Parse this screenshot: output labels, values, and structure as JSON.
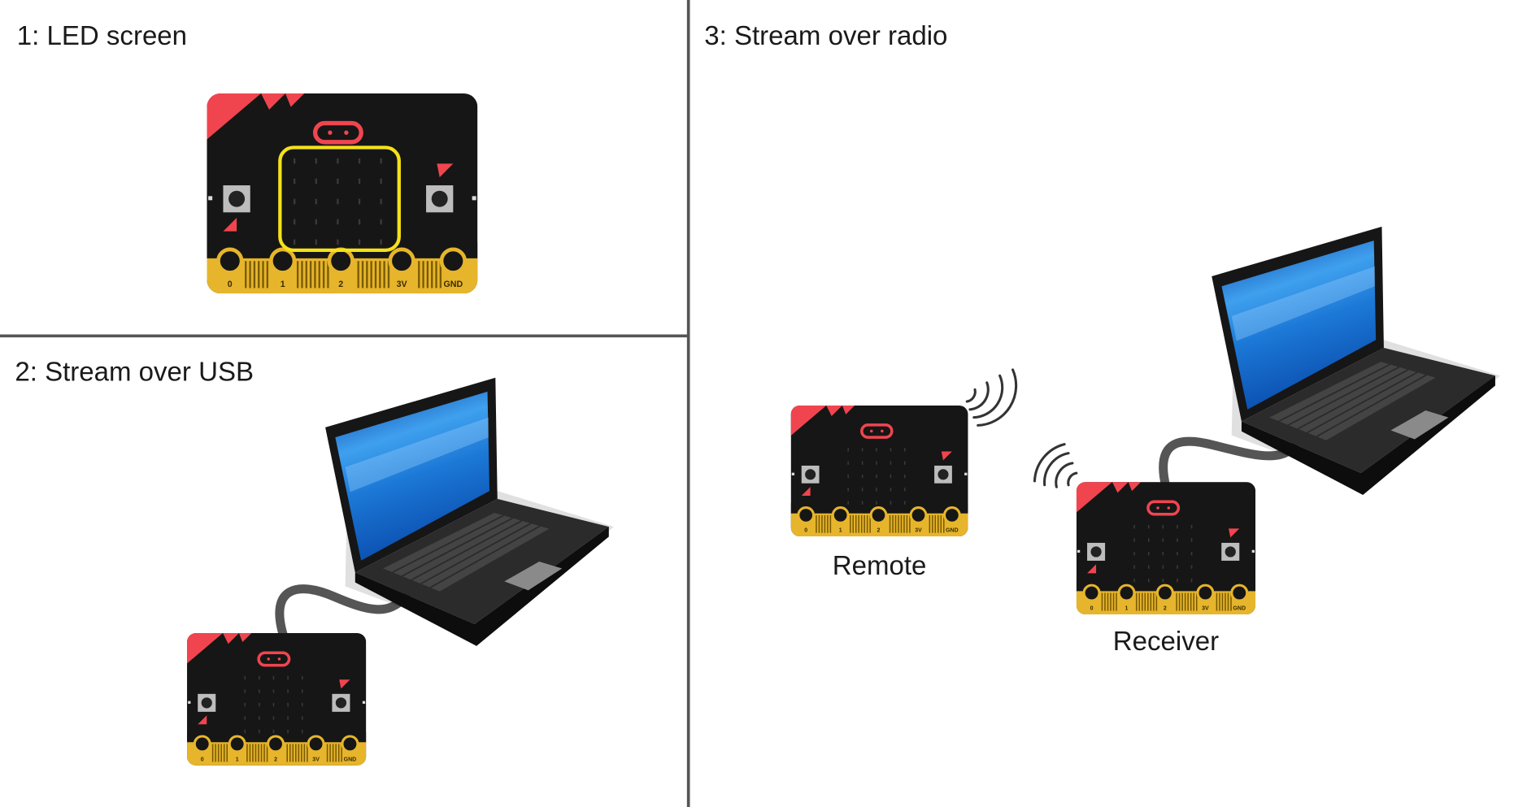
{
  "panels": {
    "led": {
      "title": "1: LED screen"
    },
    "usb": {
      "title": "2: Stream over USB"
    },
    "radio": {
      "title": "3: Stream over radio",
      "remote_label": "Remote",
      "receiver_label": "Receiver"
    }
  },
  "microbit": {
    "pins": [
      "0",
      "1",
      "2",
      "3V",
      "GND"
    ]
  },
  "colors": {
    "board": "#161616",
    "accent_red": "#f0454f",
    "gold": "#e6b52c",
    "led_highlight": "#f4e21a",
    "divider": "#555555"
  }
}
